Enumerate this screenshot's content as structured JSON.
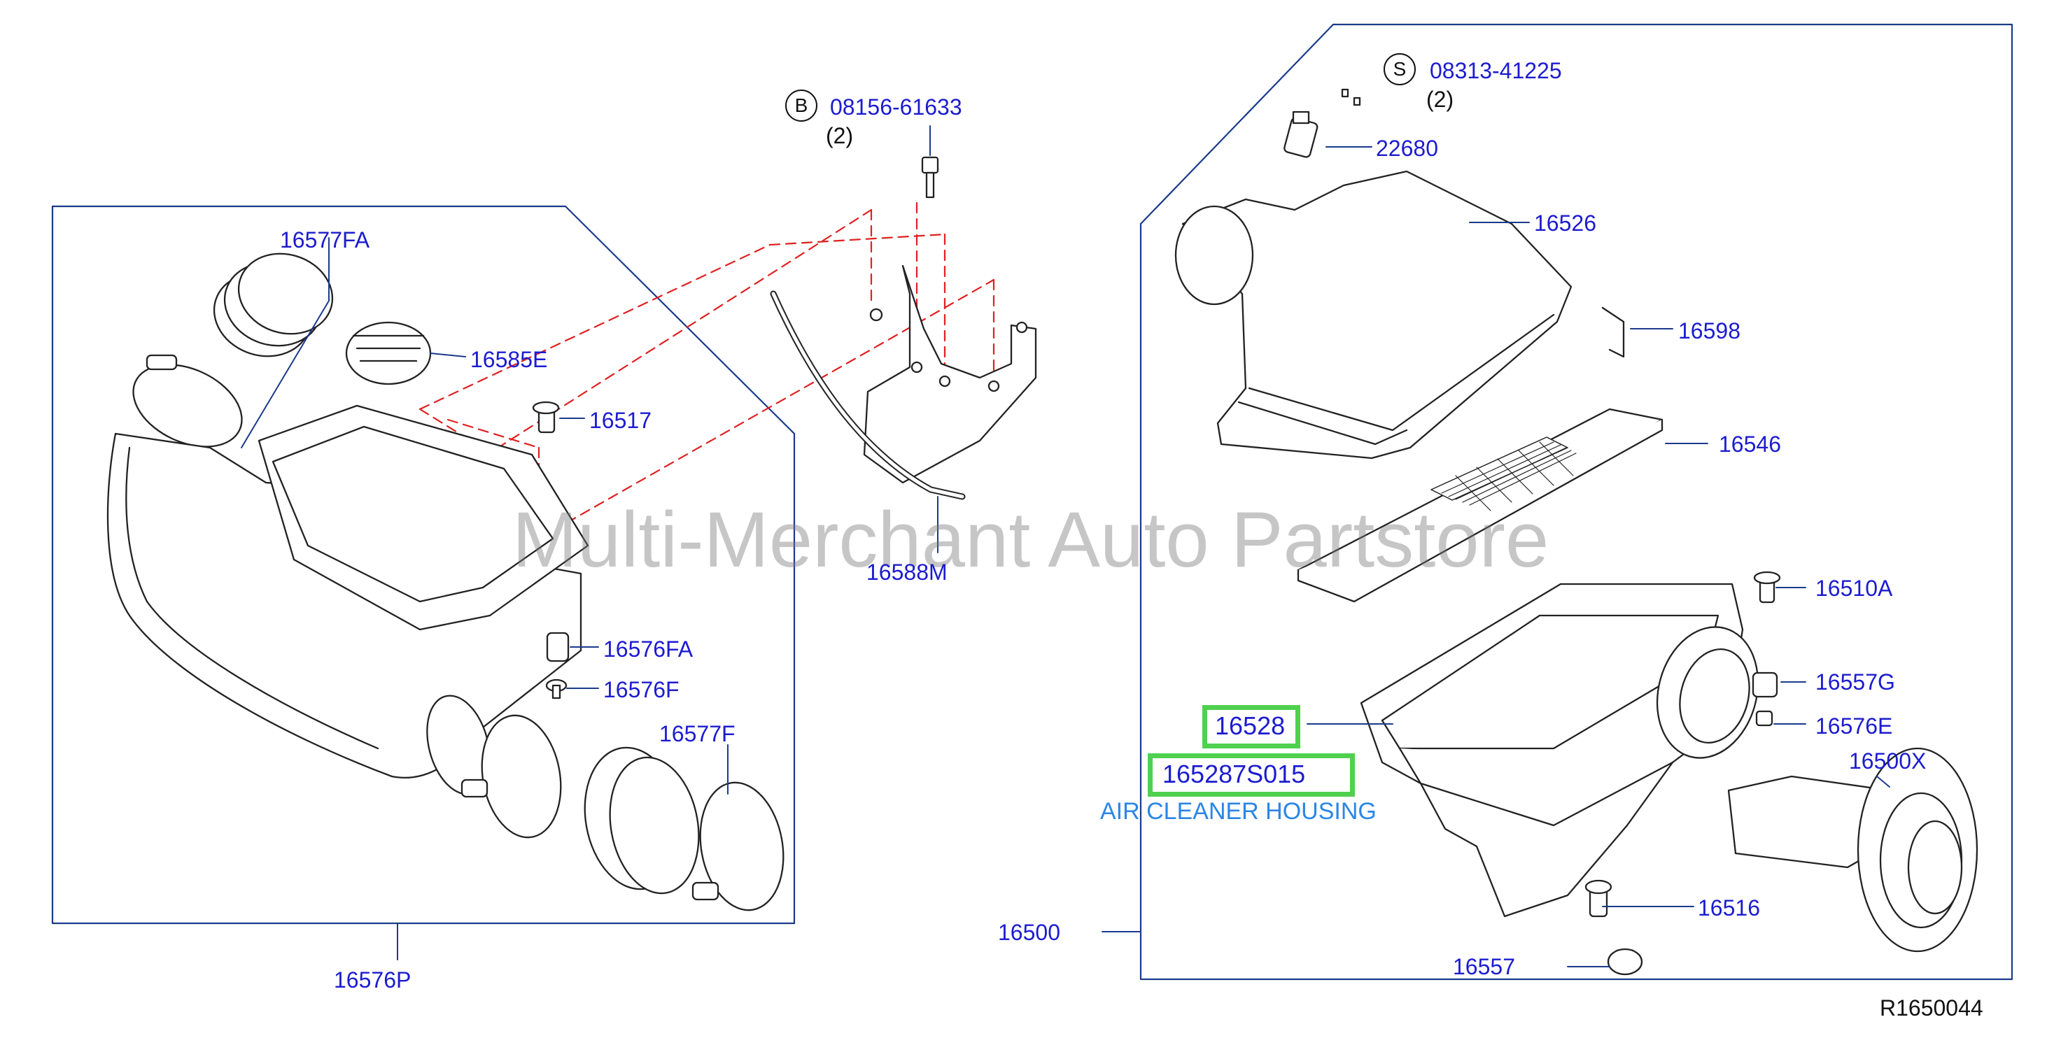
{
  "diagram": {
    "drawing_number": "R1650044",
    "watermark": "Multi-Merchant Auto Partstore",
    "highlight_color": "#4fd14f",
    "label_color": "#1c1cd0",
    "line_color": "#1a3a8a",
    "callouts": {
      "b_symbol": "B",
      "b_part": "08156-61633",
      "b_qty": "(2)",
      "s_symbol": "S",
      "s_part": "08313-41225",
      "s_qty": "(2)"
    },
    "parts": {
      "p16577FA": "16577FA",
      "p16585E": "16585E",
      "p16517": "16517",
      "p16588M": "16588M",
      "p16576FA": "16576FA",
      "p16576F": "16576F",
      "p16577F": "16577F",
      "p16576P": "16576P",
      "p22680": "22680",
      "p16526": "16526",
      "p16598": "16598",
      "p16546": "16546",
      "p16510A": "16510A",
      "p16557G": "16557G",
      "p16576E": "16576E",
      "p16500X": "16500X",
      "p16516": "16516",
      "p16557": "16557",
      "p16500": "16500"
    },
    "highlighted": {
      "part_number": "16528",
      "oem_number": "165287S015",
      "description": "AIR CLEANER HOUSING"
    }
  }
}
